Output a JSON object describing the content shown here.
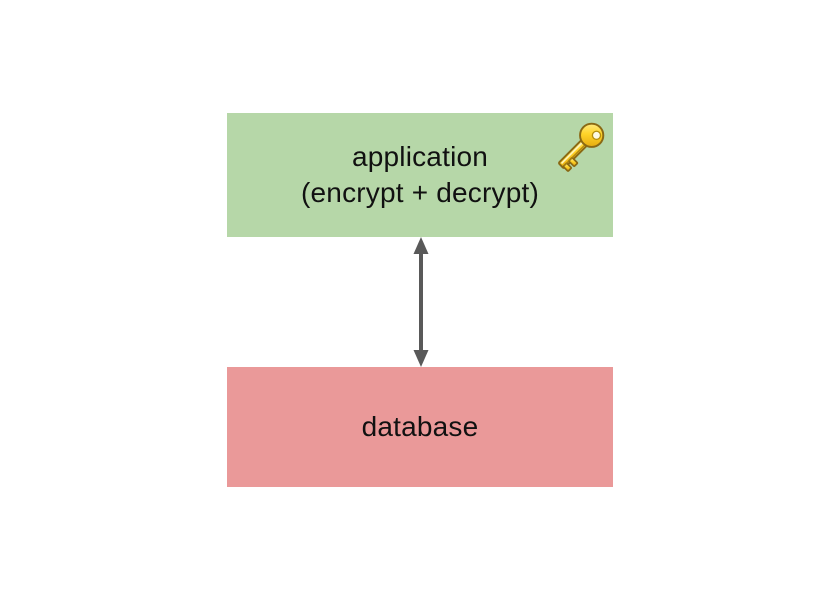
{
  "diagram": {
    "background_color": "#ffffff",
    "application_box": {
      "label_line1": "application",
      "label_line2": "(encrypt + decrypt)",
      "fill": "#b6d7a8",
      "text_color": "#111111",
      "icon": "key-icon"
    },
    "database_box": {
      "label": "database",
      "fill": "#ea9999",
      "text_color": "#111111"
    },
    "connector": {
      "type": "vertical-double-arrow",
      "color": "#595959"
    }
  }
}
